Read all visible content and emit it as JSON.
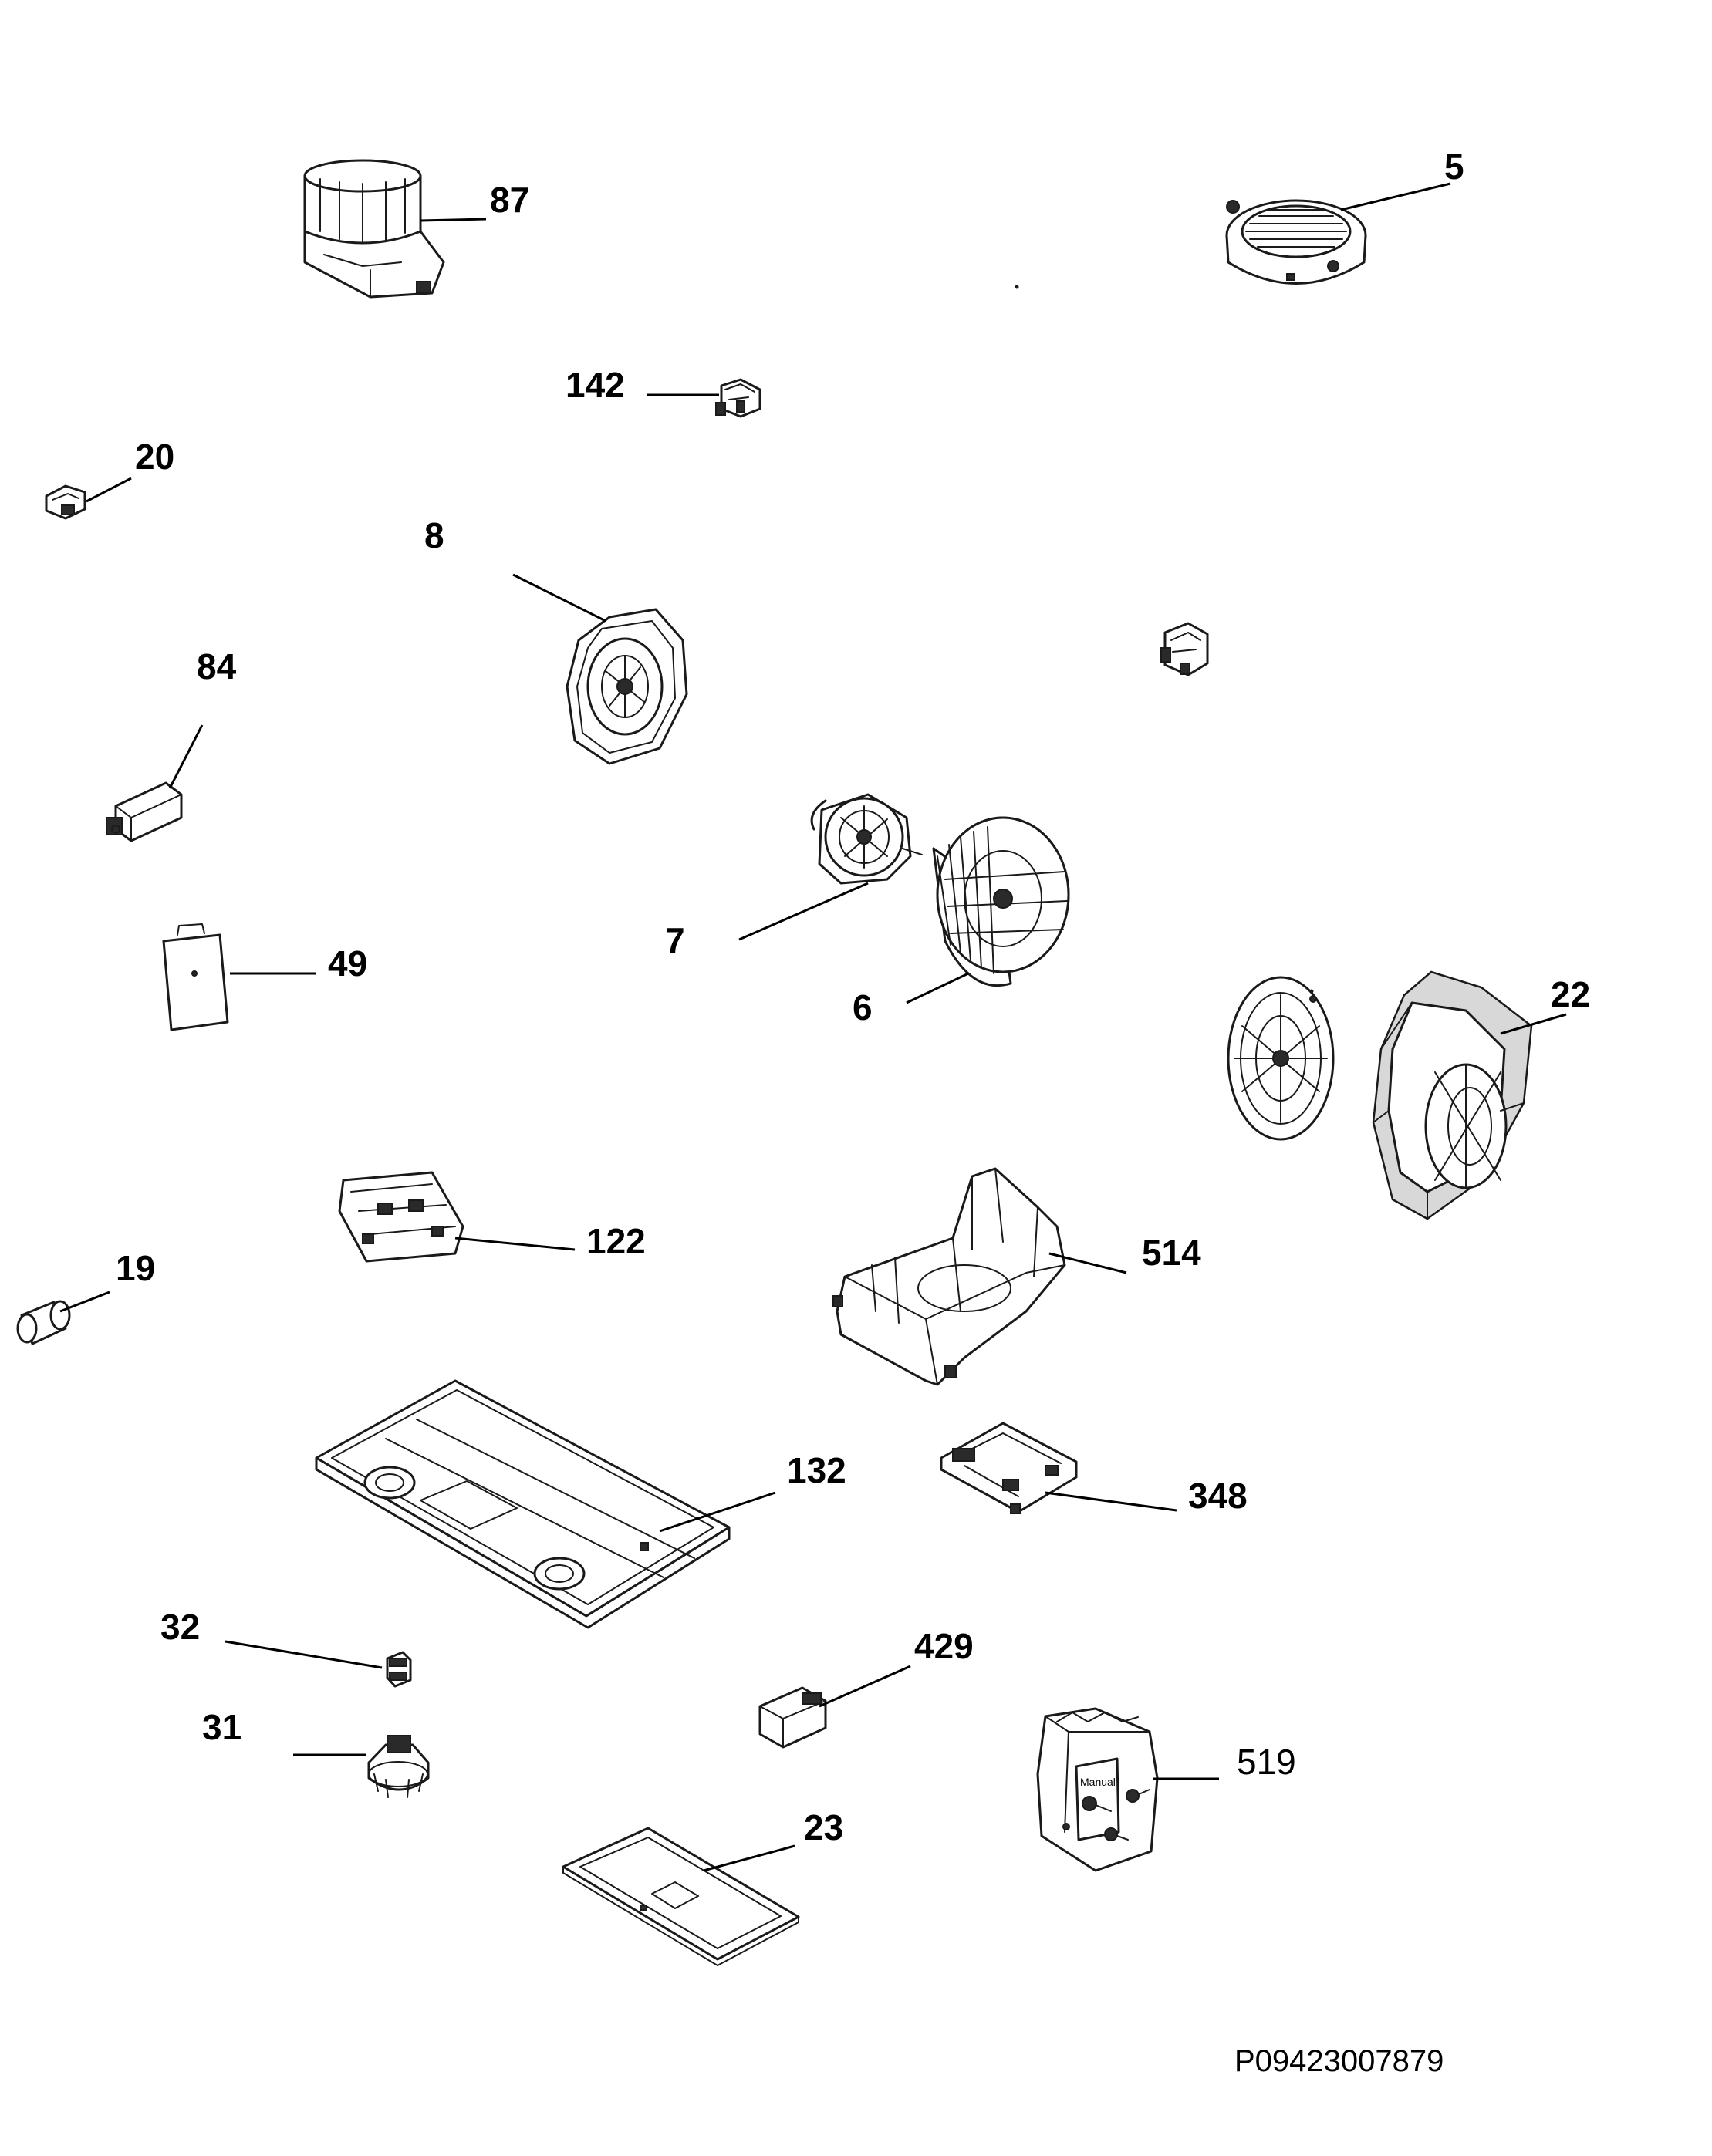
{
  "diagram": {
    "callouts": {
      "p87": "87",
      "p5": "5",
      "p142": "142",
      "p20": "20",
      "p8": "8",
      "p84": "84",
      "p7": "7",
      "p6": "6",
      "p49": "49",
      "p22": "22",
      "p122": "122",
      "p514": "514",
      "p19": "19",
      "p132": "132",
      "p348": "348",
      "p32": "32",
      "p429": "429",
      "p31": "31",
      "p519": "519",
      "p23": "23"
    },
    "manual_label": "Manual",
    "drawing_code": "P09423007879"
  }
}
